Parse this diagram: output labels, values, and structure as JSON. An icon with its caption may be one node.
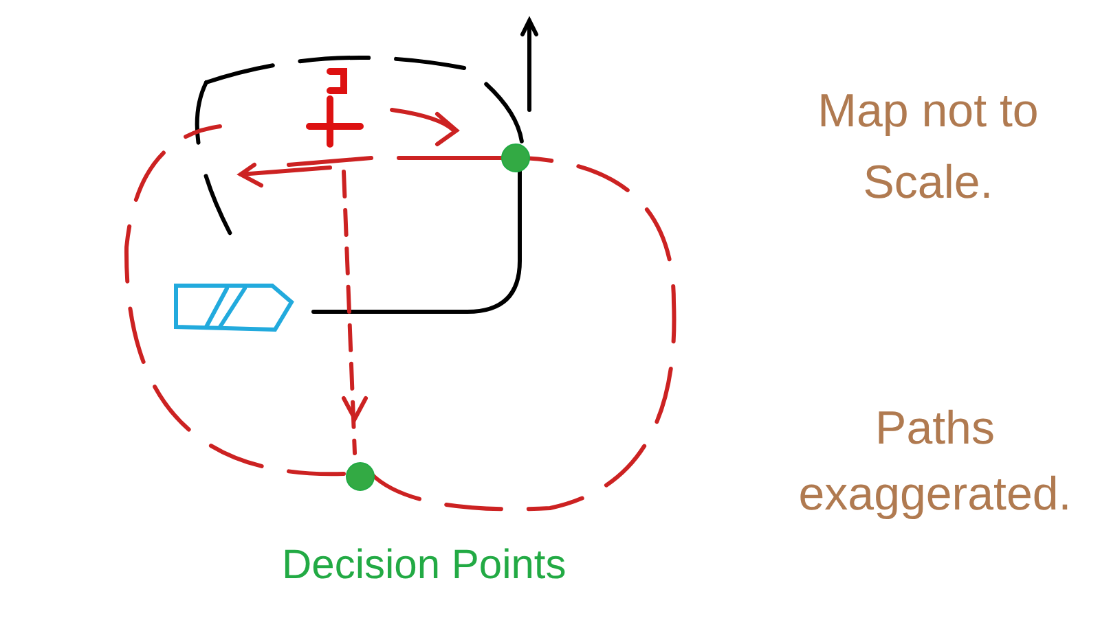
{
  "diagram": {
    "labels": [
      "Map not to Scale.",
      "Paths exaggerated.",
      "Decision Points"
    ]
  }
}
